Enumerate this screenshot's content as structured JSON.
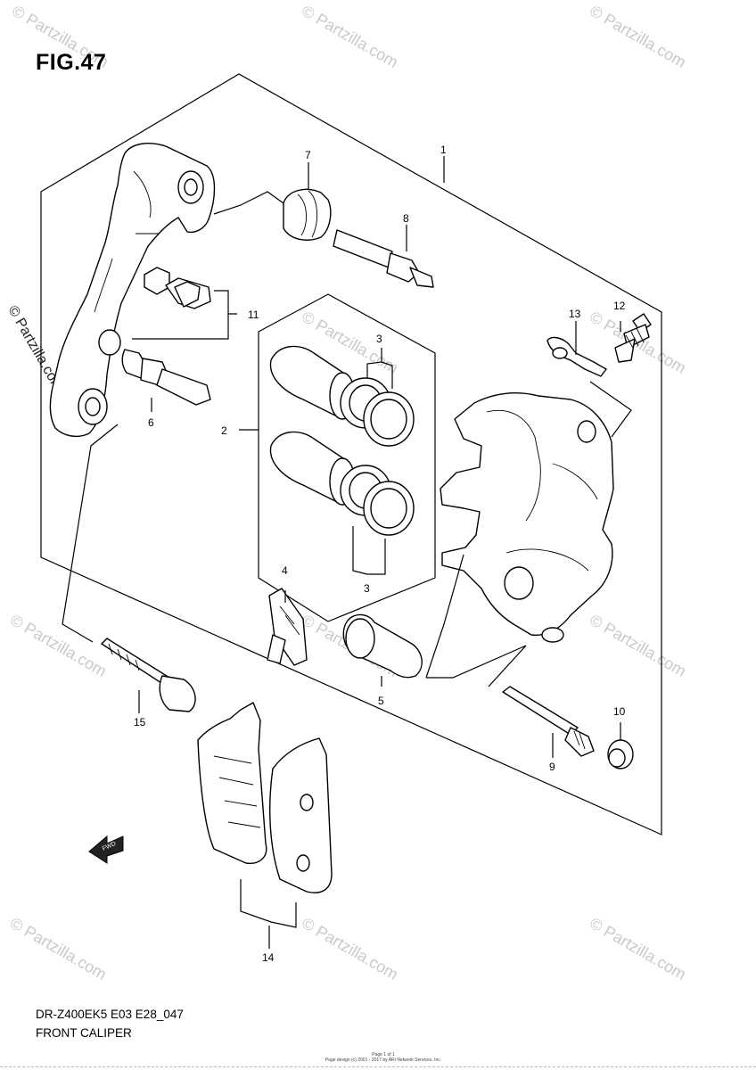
{
  "figure": {
    "title": "FIG.47",
    "model_code": "DR-Z400EK5 E03 E28_047",
    "name": "FRONT CALIPER"
  },
  "watermark": {
    "text": "© Partzilla.com",
    "side_text": "© Partzilla.com"
  },
  "footer": {
    "line1": "Page 1 of 1",
    "line2": "Page design (c) 2001 - 2017 by ARI Network Services, Inc."
  },
  "fwd_arrow": {
    "label": "FWD"
  },
  "callouts": {
    "c1": "1",
    "c2": "2",
    "c3a": "3",
    "c3b": "3",
    "c4": "4",
    "c5": "5",
    "c6": "6",
    "c7": "7",
    "c8": "8",
    "c9": "9",
    "c10": "10",
    "c11": "11",
    "c12": "12",
    "c13": "13",
    "c14": "14",
    "c15": "15"
  },
  "colors": {
    "line": "#000000",
    "watermark": "#c9c9c9",
    "background": "#ffffff"
  }
}
